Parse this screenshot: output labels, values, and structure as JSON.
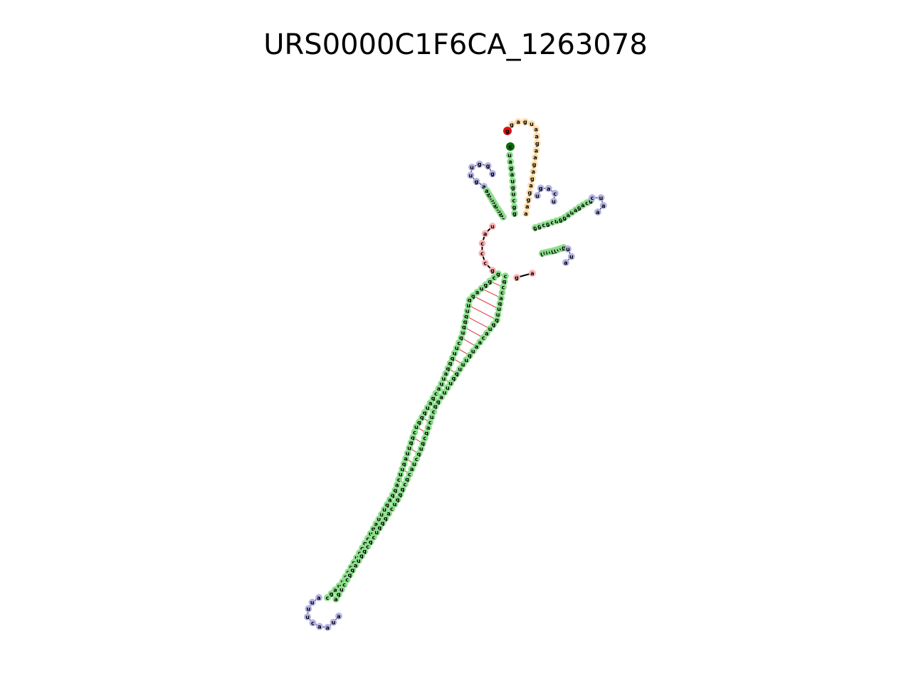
{
  "title": "URS0000C1F6CA_1263078",
  "colors": {
    "stem": "#8fe08f",
    "hairpin": "#b4b4e6",
    "interior": "#ffffc2",
    "multiloop": "#ffb4b4",
    "exterior": "#ffdcaa",
    "five_prime": "#e01010",
    "three_prime": "#0b6b0b",
    "pair_line": "#e03030",
    "backbone": "#000000"
  },
  "strands": [
    {
      "id": "five-prime-tail",
      "kind": "exterior",
      "seq": "gaguaagaagagaggaa"
    },
    {
      "id": "hairpin-1-stem",
      "kind": "stem",
      "seq": "uagaugucgg"
    },
    {
      "id": "hairpin-1-loop",
      "kind": "hairpin",
      "seq": "aguuggg"
    },
    {
      "id": "hairpin-2-arm",
      "kind": "stem",
      "seq": "cagucuguucaga"
    },
    {
      "id": "hairpin-2-loop",
      "kind": "hairpin",
      "seq": "ugacu"
    },
    {
      "id": "hairpin-3-arm",
      "kind": "stem",
      "seq": "ggcgcuggauagacg"
    },
    {
      "id": "hairpin-3-loop",
      "kind": "hairpin",
      "seq": "cuaa"
    },
    {
      "id": "hairpin-4-arm",
      "kind": "stem",
      "seq": "guuaggccg"
    },
    {
      "id": "hairpin-4-loop",
      "kind": "hairpin",
      "seq": "uua"
    },
    {
      "id": "multiloop-left",
      "kind": "multiloop",
      "seq": "uacccg"
    },
    {
      "id": "multiloop-bottom",
      "kind": "multiloop",
      "seq": "ga"
    },
    {
      "id": "long-stem-left",
      "kind": "stem",
      "seq": "gcgguagguugggugcuugggauuacgaugggucgguuaguucaggaguuuagucggcugggcuuagc"
    },
    {
      "id": "long-stem-right",
      "kind": "stem",
      "seq": "cgccaguugguacaauguuugguuuaggcucagcgugcuacgcgggucagggucgcgguaggccuga"
    },
    {
      "id": "terminal-loop",
      "kind": "hairpin",
      "seq": "auuucaaua"
    },
    {
      "id": "three-prime-end",
      "kind": "exterior",
      "seq": "c"
    }
  ],
  "end_markers": {
    "five_prime": "g",
    "three_prime": "c"
  }
}
